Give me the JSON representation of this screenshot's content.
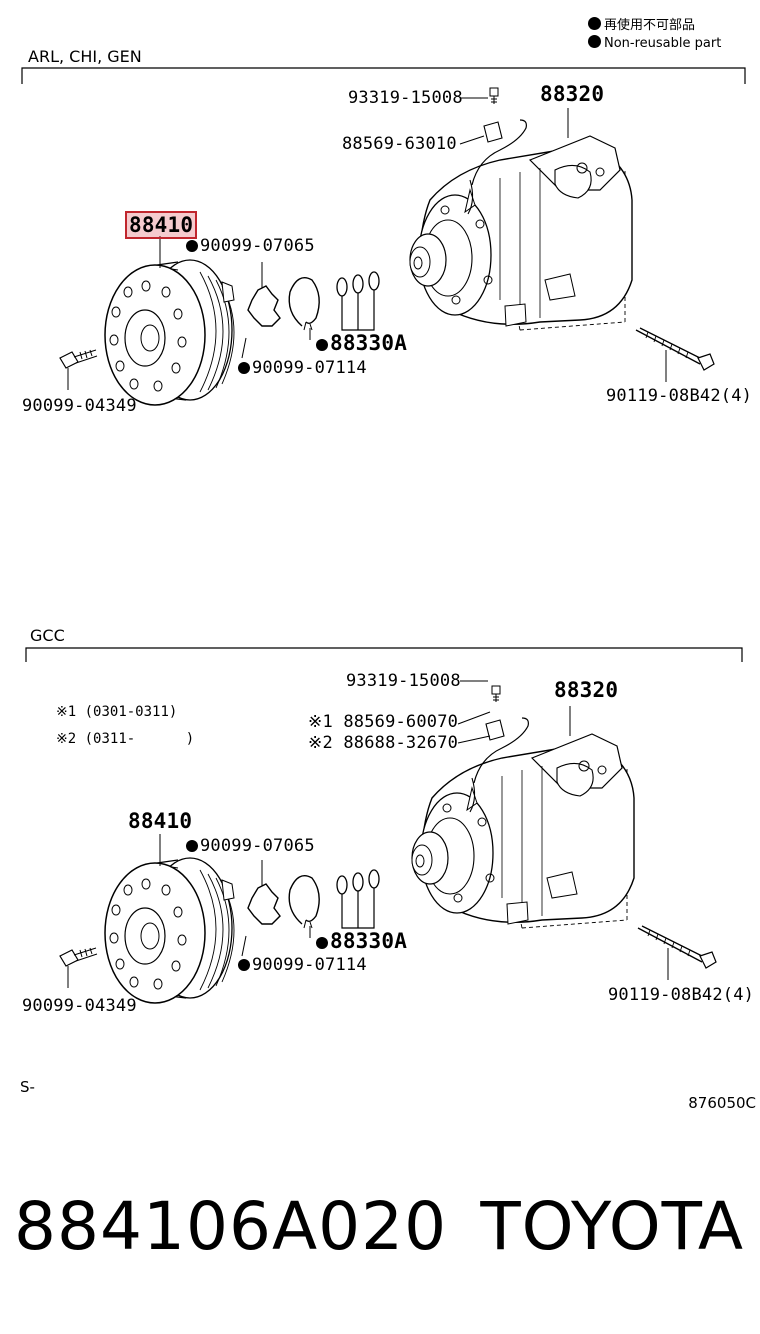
{
  "legend": {
    "japanese_label": "再使用不可部品",
    "english_label": "Non-reusable part"
  },
  "section1": {
    "title": "ARL, CHI, GEN",
    "labels": {
      "screw": "93319-15008",
      "compressor": "88320",
      "wire": "88569-63010",
      "pulley": "88410",
      "snap_ring_inner": "90099-07065",
      "shims": "88330A",
      "snap_ring_outer": "90099-07114",
      "bolt_left": "90099-04349",
      "bolt_right": "90119-08B42(4)"
    }
  },
  "section2": {
    "title": "GCC",
    "notes": [
      {
        "mark": "※1",
        "range": "(0301-0311)"
      },
      {
        "mark": "※2",
        "range": "(0311-      )"
      }
    ],
    "labels": {
      "screw": "93319-15008",
      "compressor": "88320",
      "wire1_mark": "※1",
      "wire1": "88569-60070",
      "wire2_mark": "※2",
      "wire2": "88688-32670",
      "pulley": "88410",
      "snap_ring_inner": "90099-07065",
      "shims": "88330A",
      "snap_ring_outer": "90099-07114",
      "bolt_left": "90099-04349",
      "bolt_right": "90119-08B42(4)"
    }
  },
  "footer_left": "S-",
  "footer_right": "876050C",
  "part": {
    "number": "884106A020",
    "brand": "TOYOTA"
  },
  "colors": {
    "highlight_border": "#c0262d",
    "highlight_fill": "rgba(220,70,80,0.28)"
  }
}
